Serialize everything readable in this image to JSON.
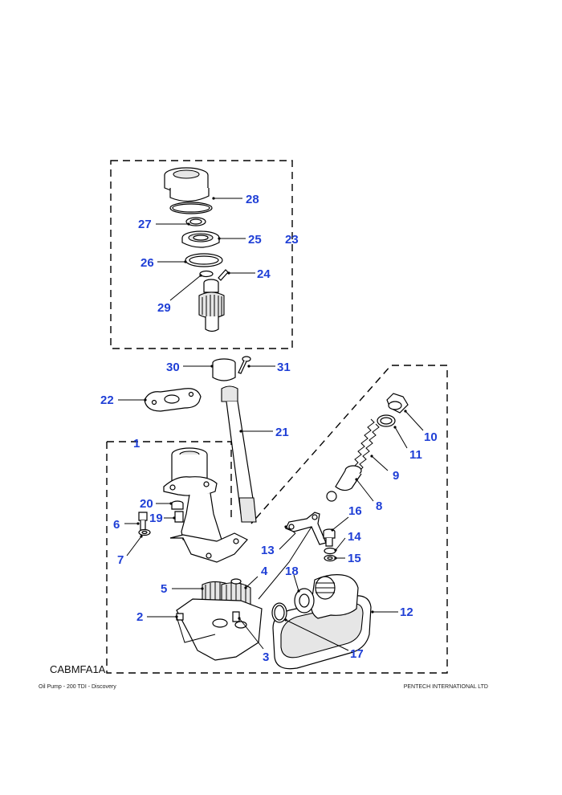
{
  "diagram": {
    "reference_code": "CABMFA1A",
    "footer_left": "Oil Pump - 200 TDI - Discovery",
    "footer_right": "PENTECH INTERNATIONAL LTD",
    "callout_color": "#1f3fd6",
    "callouts": {
      "c1": "1",
      "c2": "2",
      "c3": "3",
      "c4": "4",
      "c5": "5",
      "c6": "6",
      "c7": "7",
      "c8": "8",
      "c9": "9",
      "c10": "10",
      "c11": "11",
      "c12": "12",
      "c13": "13",
      "c14": "14",
      "c15": "15",
      "c16": "16",
      "c17": "17",
      "c18": "18",
      "c19": "19",
      "c20": "20",
      "c21": "21",
      "c22": "22",
      "c23": "23",
      "c24": "24",
      "c25": "25",
      "c26": "26",
      "c27": "27",
      "c28": "28",
      "c29": "29",
      "c30": "30",
      "c31": "31"
    }
  }
}
